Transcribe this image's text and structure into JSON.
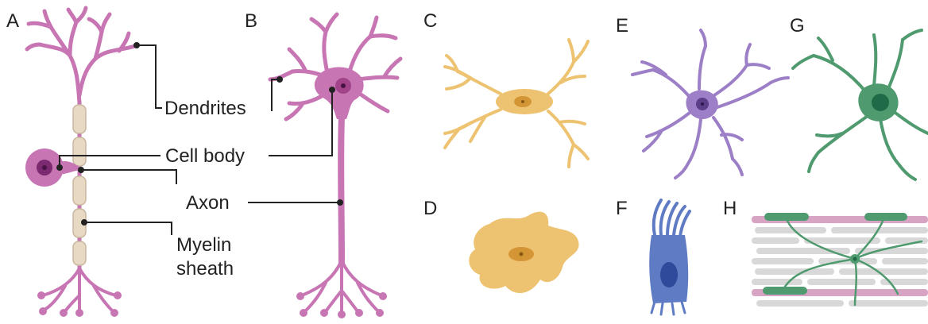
{
  "panels": [
    "A",
    "B",
    "C",
    "D",
    "E",
    "F",
    "G",
    "H"
  ],
  "labels": {
    "dendrites": "Dendrites",
    "cell_body": "Cell body",
    "axon": "Axon",
    "myelin_line1": "Myelin",
    "myelin_line2": "sheath"
  },
  "colors": {
    "neuron": "#c875b4",
    "neuron_dark": "#a2448a",
    "nucleus": "#7b2a72",
    "myelin": "#e8d9c4",
    "astrocyte": "#edc270",
    "astrocyte_nucleus": "#d49535",
    "microglia": "#9c7fc6",
    "ependymal": "#5f7bc4",
    "oligodendrocyte": "#4f9a6e",
    "axon_gray": "#d8d8d8",
    "axon_pink": "#d7a4c4",
    "leader_line": "#222222"
  }
}
